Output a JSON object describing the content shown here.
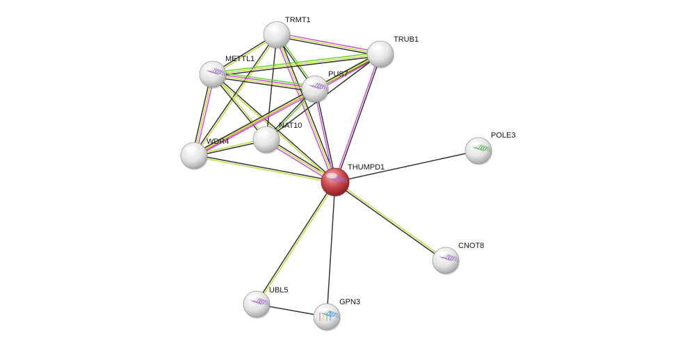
{
  "colors": {
    "neighborhood": "#62d327",
    "cooccurrence": "#c7da3d",
    "textmining": "#d44ad4",
    "coexpression": "#333333",
    "query_node": "#c9474f",
    "node": "#e0e0e0"
  },
  "nodes": [
    {
      "id": "TRMT1",
      "label": "TRMT1",
      "query": false
    },
    {
      "id": "TRUB1",
      "label": "TRUB1",
      "query": false
    },
    {
      "id": "METTL1",
      "label": "METTL1",
      "query": false,
      "structure": "purple"
    },
    {
      "id": "PUS7",
      "label": "PUS7",
      "query": false,
      "structure": "purple"
    },
    {
      "id": "NAT10",
      "label": "NAT10",
      "query": false
    },
    {
      "id": "WDR4",
      "label": "WDR4",
      "query": false
    },
    {
      "id": "THUMPD1",
      "label": "THUMPD1",
      "query": true,
      "structure": "purple"
    },
    {
      "id": "POLE3",
      "label": "POLE3",
      "query": false,
      "structure": "helix"
    },
    {
      "id": "CNOT8",
      "label": "CNOT8",
      "query": false,
      "structure": "purple"
    },
    {
      "id": "UBL5",
      "label": "UBL5",
      "query": false,
      "structure": "purple"
    },
    {
      "id": "GPN3",
      "label": "GPN3",
      "query": false,
      "structure": "rainbow"
    }
  ],
  "edges": [
    {
      "a": "THUMPD1",
      "b": "POLE3",
      "ev": [
        "coexpression"
      ]
    },
    {
      "a": "THUMPD1",
      "b": "CNOT8",
      "ev": [
        "cooccurrence",
        "coexpression"
      ]
    },
    {
      "a": "THUMPD1",
      "b": "UBL5",
      "ev": [
        "cooccurrence",
        "coexpression"
      ]
    },
    {
      "a": "THUMPD1",
      "b": "GPN3",
      "ev": [
        "coexpression"
      ]
    },
    {
      "a": "UBL5",
      "b": "GPN3",
      "ev": [
        "coexpression"
      ]
    },
    {
      "a": "THUMPD1",
      "b": "WDR4",
      "ev": [
        "cooccurrence",
        "coexpression"
      ]
    },
    {
      "a": "THUMPD1",
      "b": "NAT10",
      "ev": [
        "textmining",
        "cooccurrence",
        "coexpression"
      ]
    },
    {
      "a": "THUMPD1",
      "b": "METTL1",
      "ev": [
        "cooccurrence",
        "coexpression"
      ]
    },
    {
      "a": "THUMPD1",
      "b": "TRMT1",
      "ev": [
        "textmining",
        "cooccurrence",
        "coexpression"
      ]
    },
    {
      "a": "THUMPD1",
      "b": "PUS7",
      "ev": [
        "textmining",
        "coexpression"
      ]
    },
    {
      "a": "THUMPD1",
      "b": "TRUB1",
      "ev": [
        "textmining",
        "coexpression"
      ]
    },
    {
      "a": "TRMT1",
      "b": "TRUB1",
      "ev": [
        "textmining",
        "cooccurrence",
        "coexpression"
      ]
    },
    {
      "a": "TRMT1",
      "b": "METTL1",
      "ev": [
        "cooccurrence",
        "coexpression"
      ]
    },
    {
      "a": "TRMT1",
      "b": "PUS7",
      "ev": [
        "neighborhood",
        "coexpression"
      ]
    },
    {
      "a": "TRMT1",
      "b": "WDR4",
      "ev": [
        "cooccurrence",
        "coexpression"
      ]
    },
    {
      "a": "TRMT1",
      "b": "NAT10",
      "ev": [
        "coexpression"
      ]
    },
    {
      "a": "METTL1",
      "b": "TRUB1",
      "ev": [
        "neighborhood",
        "cooccurrence",
        "coexpression"
      ]
    },
    {
      "a": "METTL1",
      "b": "PUS7",
      "ev": [
        "neighborhood",
        "textmining",
        "cooccurrence",
        "coexpression"
      ]
    },
    {
      "a": "METTL1",
      "b": "WDR4",
      "ev": [
        "textmining",
        "cooccurrence",
        "coexpression"
      ]
    },
    {
      "a": "METTL1",
      "b": "NAT10",
      "ev": [
        "cooccurrence",
        "coexpression"
      ]
    },
    {
      "a": "PUS7",
      "b": "TRUB1",
      "ev": [
        "cooccurrence",
        "coexpression"
      ]
    },
    {
      "a": "PUS7",
      "b": "WDR4",
      "ev": [
        "textmining",
        "cooccurrence"
      ]
    },
    {
      "a": "PUS7",
      "b": "NAT10",
      "ev": [
        "neighborhood",
        "coexpression"
      ]
    },
    {
      "a": "TRUB1",
      "b": "WDR4",
      "ev": [
        "textmining",
        "cooccurrence",
        "coexpression"
      ]
    },
    {
      "a": "TRUB1",
      "b": "NAT10",
      "ev": [
        "coexpression"
      ]
    },
    {
      "a": "WDR4",
      "b": "NAT10",
      "ev": [
        "cooccurrence",
        "coexpression"
      ]
    }
  ]
}
